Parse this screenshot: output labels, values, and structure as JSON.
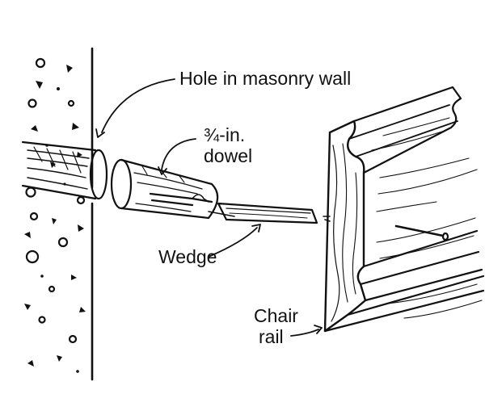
{
  "labels": {
    "hole": "Hole in masonry wall",
    "dowel_line1": "¾-in.",
    "dowel_line2": "dowel",
    "wedge": "Wedge",
    "chair_line1": "Chair",
    "chair_line2": "rail"
  },
  "colors": {
    "ink": "#111111",
    "paper": "#ffffff"
  }
}
